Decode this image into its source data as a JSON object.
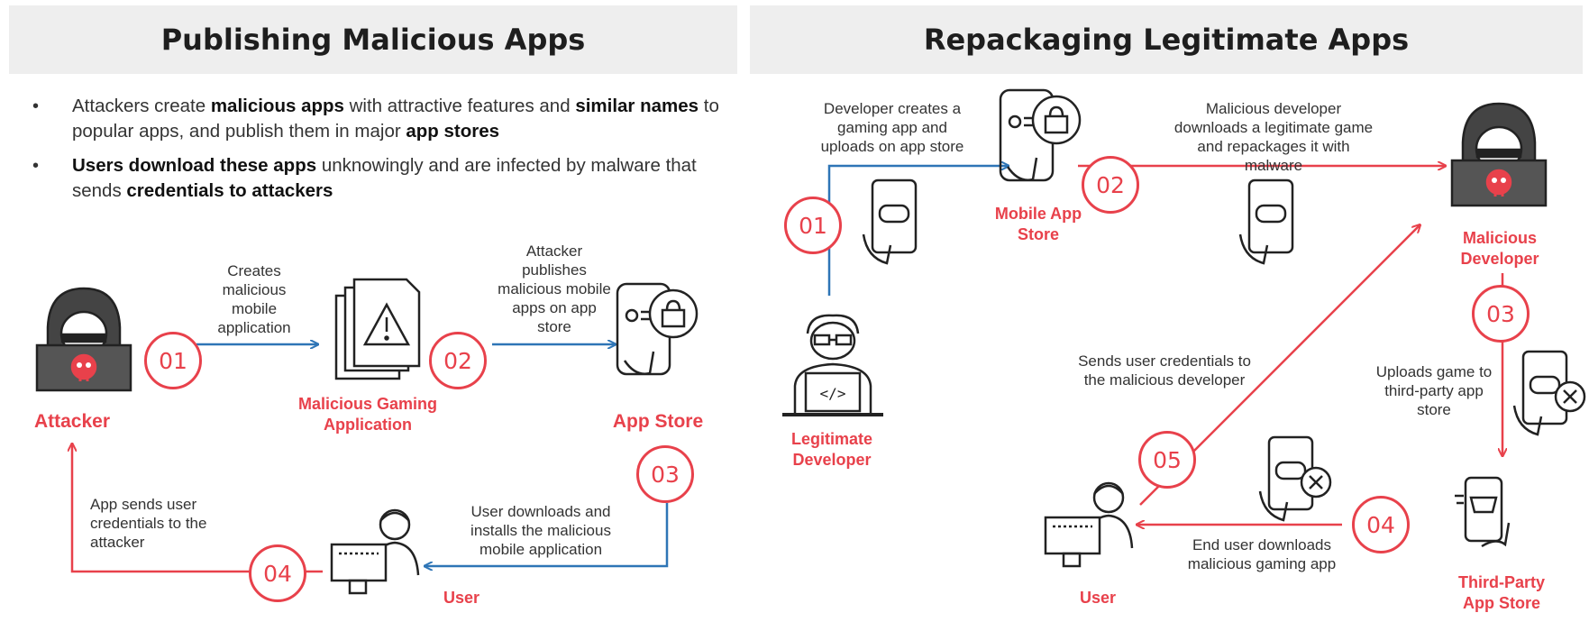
{
  "left": {
    "title": "Publishing Malicious Apps",
    "bullet1": {
      "t1": "Attackers create ",
      "b1": "malicious apps",
      "t2": " with attractive features and ",
      "b2": "similar names",
      "t3": " to popular apps, and publish them in major ",
      "b3": "app stores"
    },
    "bullet2": {
      "b1": "Users download these apps",
      "t1": " unknowingly and are infected by malware that sends ",
      "b2": "credentials to attackers"
    },
    "roles": {
      "attacker": "Attacker",
      "app": "Malicious Gaming Application",
      "store": "App Store",
      "user": "User"
    },
    "labels": {
      "s1": "Creates malicious mobile application",
      "s2": "Attacker publishes malicious mobile apps on app store",
      "s3": "User downloads and installs the malicious mobile application",
      "s4": "App sends user credentials to the attacker"
    },
    "steps": [
      "01",
      "02",
      "03",
      "04"
    ]
  },
  "right": {
    "title": "Repackaging Legitimate Apps",
    "roles": {
      "legit": "Legitimate Developer",
      "mobile_store": "Mobile App Store",
      "mal_dev": "Malicious Developer",
      "third_party": "Third-Party App Store",
      "user": "User"
    },
    "labels": {
      "s1": "Developer creates a gaming app and uploads on app store",
      "s2": "Malicious developer downloads a legitimate game and repackages it with malware",
      "s3": "Uploads game to third-party app store",
      "s4": "End user downloads malicious gaming app",
      "s5": "Sends user credentials to the malicious developer"
    },
    "steps": [
      "01",
      "02",
      "03",
      "04",
      "05"
    ]
  },
  "colors": {
    "accent": "#e8414b",
    "arrow_blue": "#2e75b6",
    "arrow_red": "#e8414b",
    "header_bg": "#eeeeee"
  },
  "icons": [
    "hacker-icon",
    "warning-document-icon",
    "app-store-phone-icon",
    "user-computer-icon",
    "developer-laptop-icon",
    "phone-game-icon",
    "phone-game-bug-icon",
    "third-party-store-icon"
  ]
}
